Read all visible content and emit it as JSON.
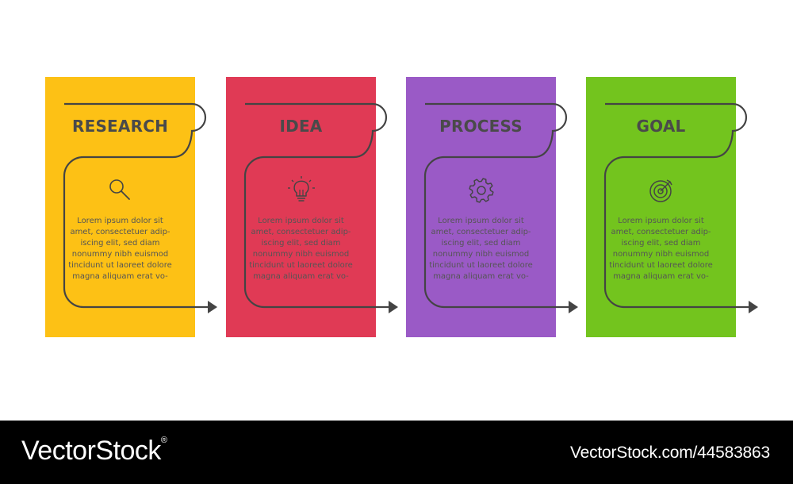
{
  "steps": [
    {
      "title": "RESEARCH",
      "icon": "magnifier-icon",
      "color": "#FDC115",
      "body": [
        "Lorem ipsum dolor sit",
        "amet, consectetuer adip-",
        "iscing elit, sed diam",
        "nonummy nibh euismod",
        "tincidunt ut laoreet dolore",
        "magna aliquam erat vo-"
      ]
    },
    {
      "title": "IDEA",
      "icon": "lightbulb-icon",
      "color": "#E03A55",
      "body": [
        "Lorem ipsum dolor sit",
        "amet, consectetuer adip-",
        "iscing elit, sed diam",
        "nonummy nibh euismod",
        "tincidunt ut laoreet dolore",
        "magna aliquam erat vo-"
      ]
    },
    {
      "title": "PROCESS",
      "icon": "gear-icon",
      "color": "#9A5AC6",
      "body": [
        "Lorem ipsum dolor sit",
        "amet, consectetuer adip-",
        "iscing elit, sed diam",
        "nonummy nibh euismod",
        "tincidunt ut laoreet dolore",
        "magna aliquam erat vo-"
      ]
    },
    {
      "title": "GOAL",
      "icon": "target-icon",
      "color": "#73C41E",
      "body": [
        "Lorem ipsum dolor sit",
        "amet, consectetuer adip-",
        "iscing elit, sed diam",
        "nonummy nibh euismod",
        "tincidunt ut laoreet dolore",
        "magna aliquam erat vo-"
      ]
    }
  ],
  "colors": {
    "line": "#444444",
    "text": "#4a4a4a",
    "footer_bg": "#000000",
    "footer_text": "#ffffff"
  },
  "footer": {
    "brand": "VectorStock",
    "registered_mark": "®",
    "credit": "VectorStock.com/44583863"
  }
}
